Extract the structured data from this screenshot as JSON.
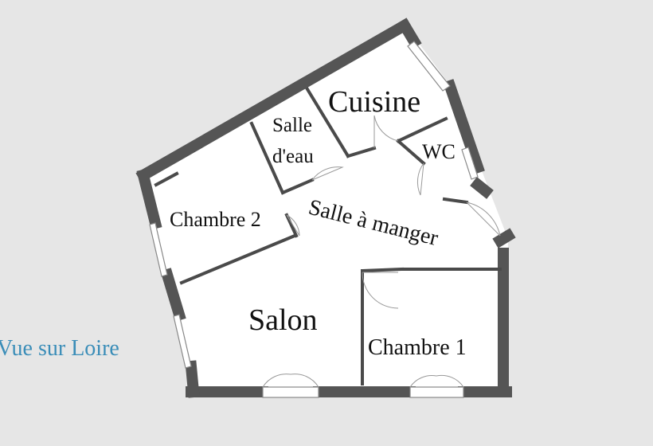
{
  "rooms": {
    "cuisine": "Cuisine",
    "salle_eau_line1": "Salle",
    "salle_eau_line2": "d'eau",
    "wc": "WC",
    "chambre2": "Chambre 2",
    "salle_a_manger": "Salle à manger",
    "salon": "Salon",
    "chambre1": "Chambre 1"
  },
  "view_label": "Vue sur Loire",
  "colors": {
    "background": "#e6e6e6",
    "floor": "#ffffff",
    "wall": "#555555",
    "interior_wall": "#4a4a4a",
    "text": "#111111",
    "view_text": "#3a8db8"
  }
}
